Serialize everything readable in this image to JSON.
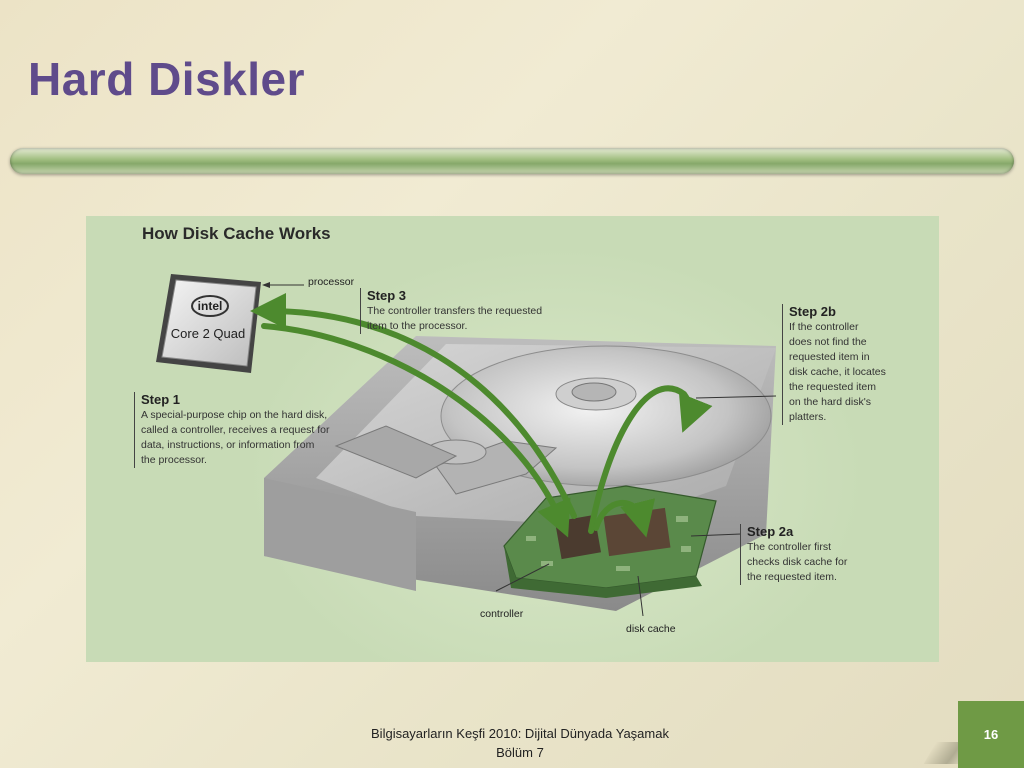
{
  "slide": {
    "title": "Hard Diskler",
    "footer_line1": "Bilgisayarların Keşfi 2010: Dijital Dünyada Yaşamak",
    "footer_line2": "Bölüm 7",
    "page_number": "16"
  },
  "figure": {
    "title": "How Disk Cache Works",
    "chip_brand": "intel",
    "chip_model": "Core 2 Quad",
    "labels": {
      "processor": "processor",
      "controller": "controller",
      "disk_cache": "disk cache"
    },
    "steps": {
      "step1": {
        "heading": "Step 1",
        "text": "A special-purpose chip on the hard disk,\ncalled a controller, receives a request for\ndata, instructions, or information from\nthe processor."
      },
      "step2a": {
        "heading": "Step 2a",
        "text": "The controller first\nchecks disk cache for\nthe requested item."
      },
      "step2b": {
        "heading": "Step 2b",
        "text": "If the controller\ndoes not find the\nrequested item in\ndisk cache, it locates\nthe requested item\non the hard disk's\nplatters."
      },
      "step3": {
        "heading": "Step 3",
        "text": "The controller transfers the requested\nitem to the processor."
      }
    },
    "colors": {
      "arrow": "#4d8a2e",
      "background": "#c8dbb6",
      "title": "#5f4b8b",
      "page_box": "#6f9a45"
    }
  }
}
